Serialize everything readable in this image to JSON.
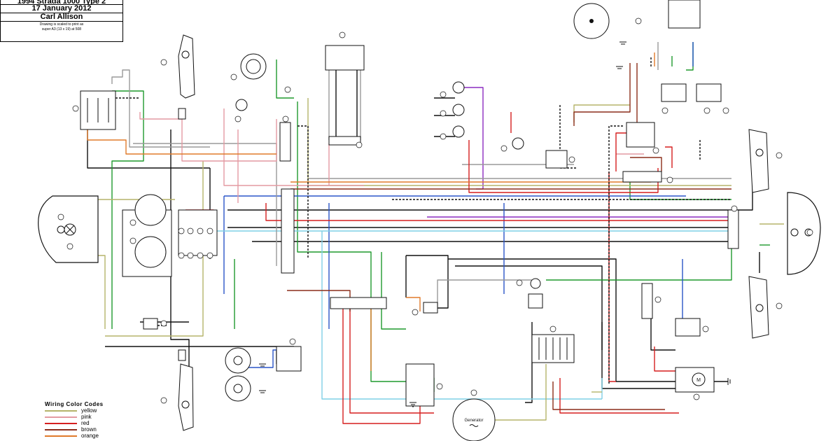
{
  "title_block": {
    "title": "1994 Strada 1000 Type 2",
    "date": "17 January 2012",
    "author": "Carl Allison",
    "note_line1": "Drawing is scaled to print as",
    "note_line2": "super A3 (13 x 19) at 508"
  },
  "legend": {
    "title": "Wiring Color Codes",
    "items": [
      {
        "name": "yellow",
        "color": "#b5b36a"
      },
      {
        "name": "pink",
        "color": "#e39aa2"
      },
      {
        "name": "red",
        "color": "#d61f1f"
      },
      {
        "name": "brown",
        "color": "#8b2d1a"
      },
      {
        "name": "orange",
        "color": "#e07a2a"
      }
    ]
  },
  "components": {
    "generator_label": "Generator",
    "motor_label": "M",
    "ground_label": "Ground"
  },
  "colors": {
    "black": "#111111",
    "green": "#1f9a2d",
    "blue": "#2a55c8",
    "lightblue": "#7fd0e6",
    "purple": "#8c2cc0",
    "grey": "#9a9a9a",
    "yellow": "#b5b36a",
    "pink": "#e39aa2",
    "red": "#d61f1f",
    "brown": "#8b2d1a",
    "orange": "#e07a2a"
  }
}
